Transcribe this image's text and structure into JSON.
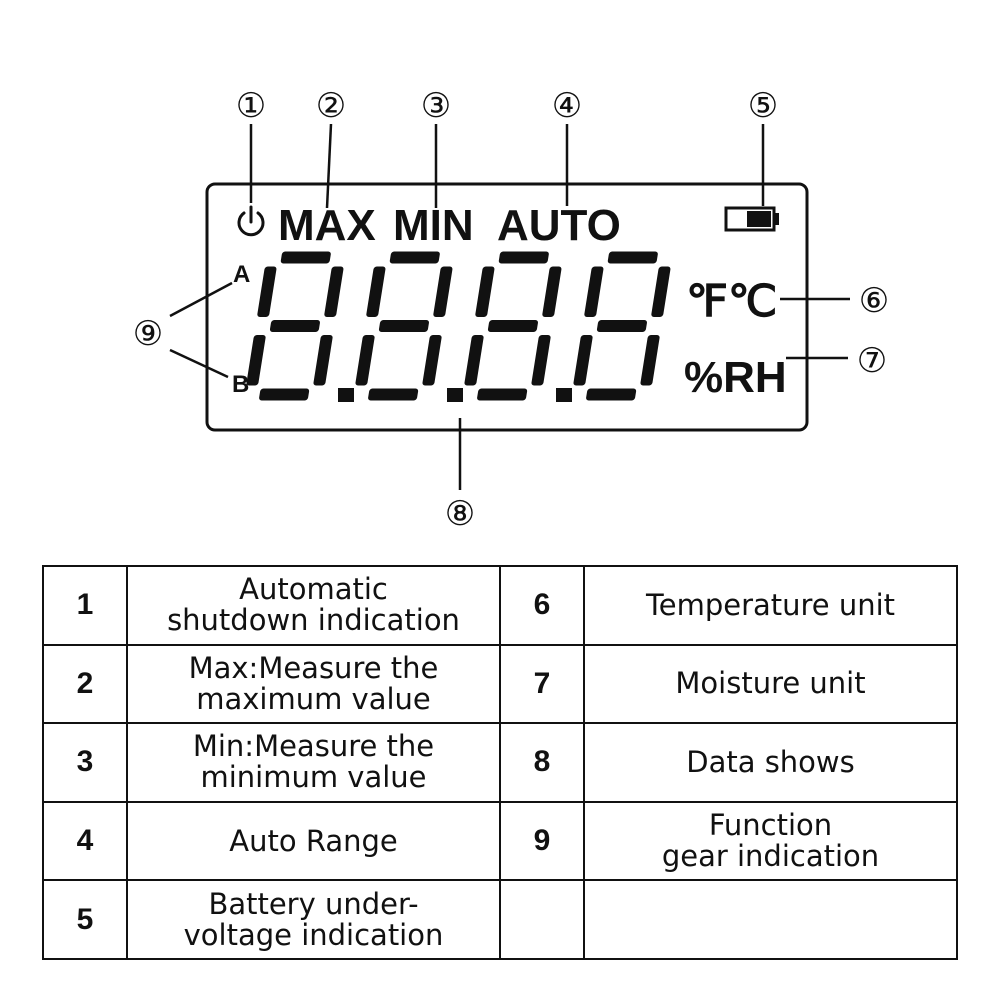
{
  "lcd": {
    "indicators": {
      "max": "MAX",
      "min": "MIN",
      "auto": "AUTO"
    },
    "units": {
      "temperature": "℉℃",
      "humidity": "%RH"
    },
    "gear_labels": {
      "a": "A",
      "b": "B"
    },
    "digits": "8.8.8.8",
    "icons": {
      "power": "power-icon",
      "battery": "battery-icon"
    }
  },
  "callouts": [
    "①",
    "②",
    "③",
    "④",
    "⑤",
    "⑥",
    "⑦",
    "⑧",
    "⑨"
  ],
  "legend": {
    "rows": [
      {
        "left_num": "1",
        "left_text": "Automatic\nshutdown indication",
        "right_num": "6",
        "right_text": "Temperature unit"
      },
      {
        "left_num": "2",
        "left_text": "Max:Measure the\nmaximum value",
        "right_num": "7",
        "right_text": "Moisture unit"
      },
      {
        "left_num": "3",
        "left_text": "Min:Measure the\nminimum value",
        "right_num": "8",
        "right_text": "Data shows"
      },
      {
        "left_num": "4",
        "left_text": "Auto Range",
        "right_num": "9",
        "right_text": "Function\ngear indication"
      },
      {
        "left_num": "5",
        "left_text": "Battery under-\nvoltage indication",
        "right_num": "",
        "right_text": ""
      }
    ]
  }
}
